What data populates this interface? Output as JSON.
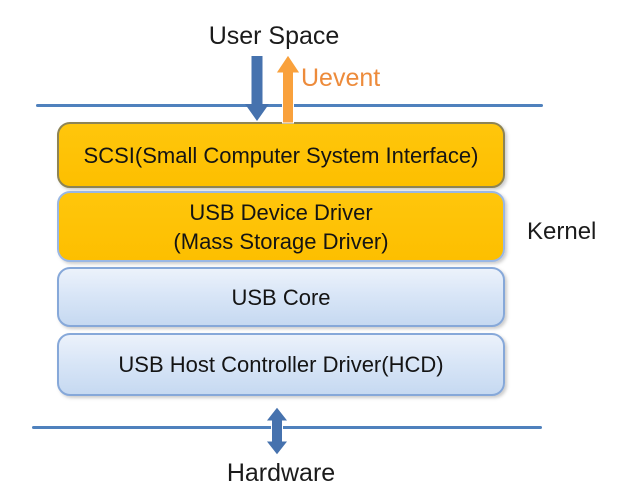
{
  "labels": {
    "user_space": "User Space",
    "uevent": "Uevent",
    "kernel": "Kernel",
    "hardware": "Hardware"
  },
  "stack": {
    "boxes": [
      {
        "label": "SCSI(Small Computer System Interface)",
        "style": "orange"
      },
      {
        "label": "USB Device Driver",
        "label2": "(Mass Storage Driver)",
        "style": "orange"
      },
      {
        "label": "USB Core",
        "style": "blue"
      },
      {
        "label": "USB Host Controller Driver(HCD)",
        "style": "blue"
      }
    ]
  },
  "icons": {
    "user_to_kernel_arrow": "down-arrow",
    "uevent_arrow": "up-arrow",
    "kernel_hardware_arrow": "double-vertical-arrow"
  },
  "colors": {
    "box_orange": "#FFC000",
    "box_orange_border": "#8D8455",
    "box_blue_top": "#ECF2FB",
    "box_blue_bottom": "#C6D9F1",
    "box_blue_border": "#86A8D9",
    "line_blue": "#4F81BD",
    "arrow_blue": "#4672AE",
    "arrow_orange": "#F9A13C",
    "uevent_text": "#ED8B3B",
    "text": "#1B1B1B"
  }
}
